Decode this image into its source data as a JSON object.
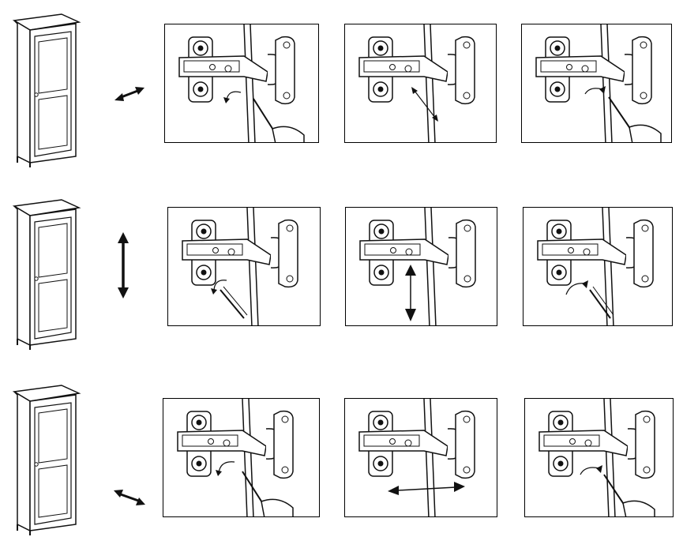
{
  "colors": {
    "ink": "#111111",
    "paper": "#ffffff"
  },
  "rows": [
    {
      "name": "depth-adjustment",
      "direction_icon": "diagonal-double-arrow-icon",
      "panels": [
        {
          "tool": "screwdriver",
          "rotation": "counter-clockwise",
          "marker": "none"
        },
        {
          "tool": "none",
          "rotation": "none",
          "marker": "diagonal-arrow"
        },
        {
          "tool": "screwdriver",
          "rotation": "clockwise",
          "marker": "none"
        }
      ]
    },
    {
      "name": "height-adjustment",
      "direction_icon": "vertical-double-arrow-icon",
      "panels": [
        {
          "tool": "screwdriver",
          "rotation": "counter-clockwise",
          "marker": "none"
        },
        {
          "tool": "none",
          "rotation": "none",
          "marker": "vertical-arrow"
        },
        {
          "tool": "screwdriver",
          "rotation": "clockwise",
          "marker": "none"
        }
      ]
    },
    {
      "name": "side-adjustment",
      "direction_icon": "diagonal-double-arrow-icon",
      "panels": [
        {
          "tool": "screwdriver",
          "rotation": "counter-clockwise",
          "marker": "none"
        },
        {
          "tool": "none",
          "rotation": "none",
          "marker": "horizontal-arrow"
        },
        {
          "tool": "screwdriver",
          "rotation": "clockwise",
          "marker": "none"
        }
      ]
    }
  ]
}
